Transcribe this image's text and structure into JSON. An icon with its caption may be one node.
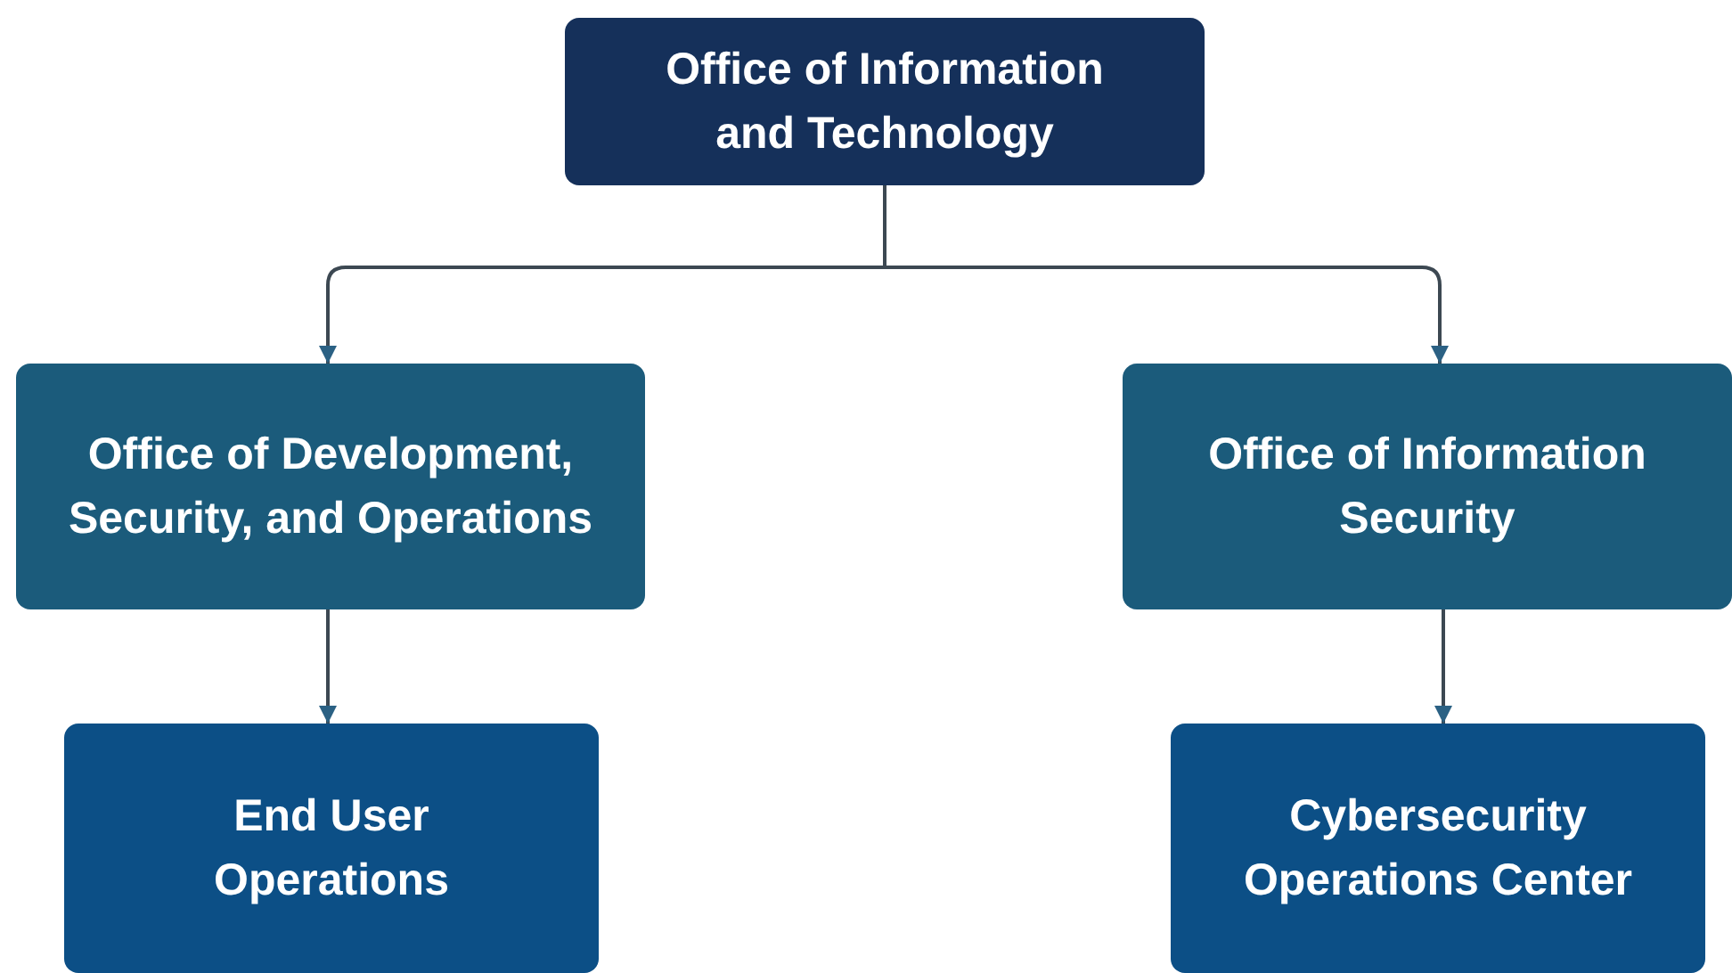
{
  "diagram": {
    "nodes": [
      {
        "text": [
          "Office of Information and Technology"
        ]
      },
      {
        "text": [
          "Office of Development, Security, and Operations"
        ]
      },
      {
        "text": [
          "Office of Information Security"
        ]
      },
      {
        "text": [
          "End User Operations"
        ]
      },
      {
        "text": [
          "Cybersecurity Operations Center"
        ]
      }
    ],
    "edges": [
      {
        "from": 0,
        "to": 1,
        "arrow": "to"
      },
      {
        "from": 0,
        "to": 2,
        "arrow": "to"
      },
      {
        "from": 1,
        "to": 3,
        "arrow": "to"
      },
      {
        "from": 2,
        "to": 4,
        "arrow": "to"
      }
    ]
  }
}
